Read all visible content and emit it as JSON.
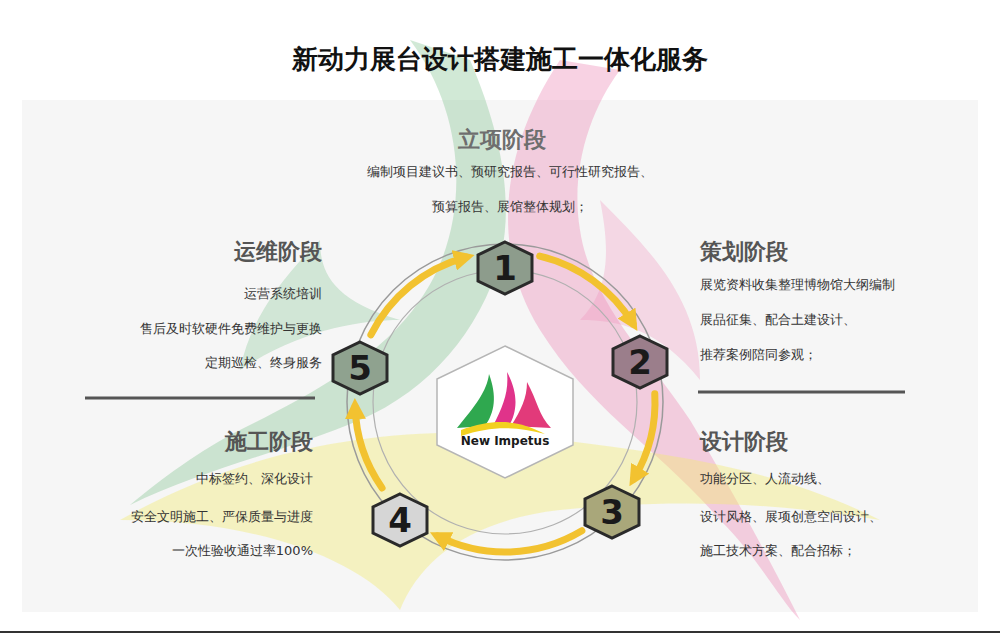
{
  "diagram": {
    "title": "新动力展台设计搭建施工一体化服务",
    "nodes": [
      {
        "text": [
          "1"
        ]
      },
      {
        "text": [
          "2"
        ]
      },
      {
        "text": [
          "3"
        ]
      },
      {
        "text": [
          "4"
        ]
      },
      {
        "text": [
          "5"
        ]
      },
      {
        "text": [
          "New Impetus"
        ]
      }
    ],
    "edges": [
      {
        "from": 0,
        "to": 1,
        "arrow": "to"
      },
      {
        "from": 1,
        "to": 2,
        "arrow": "to"
      },
      {
        "from": 2,
        "to": 3,
        "arrow": "to"
      },
      {
        "from": 3,
        "to": 4,
        "arrow": "to"
      },
      {
        "from": 4,
        "to": 0,
        "arrow": "to"
      }
    ],
    "labels": [
      "立项阶段",
      "编制项目建议书、预研究报告、可行性研究报告、",
      "预算报告、展馆整体规划；",
      "策划阶段",
      "展览资料收集整理博物馆大纲编制",
      "展品征集、配合土建设计、",
      "推荐案例陪同参观；",
      "设计阶段",
      "功能分区、人流动线、",
      "设计风格、展项创意空间设计、",
      "施工技术方案、配合招标；",
      "运维阶段",
      "运营系统培训",
      "售后及时软硬件免费维护与更换",
      "定期巡检、终身服务",
      "施工阶段",
      "中标签约、深化设计",
      "安全文明施工、严保质量与进度",
      "一次性验收通过率100%"
    ]
  }
}
